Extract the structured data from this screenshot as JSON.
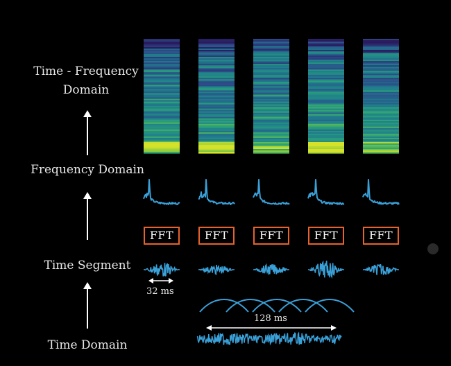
{
  "labels": {
    "tf_domain_line1": "Time - Frequency",
    "tf_domain_line2": "Domain",
    "frequency_domain": "Frequency Domain",
    "time_segment": "Time Segment",
    "time_domain": "Time Domain"
  },
  "fft_label": "FFT",
  "segment_duration": "32 ms",
  "window_duration": "128 ms",
  "segment_count": 5,
  "colors": {
    "background": "#000000",
    "waveform": "#3aa0d8",
    "fft_border": "#e8622c",
    "text": "#e8e8e8",
    "spectrogram_palette": [
      "#2a1a5e",
      "#2c4f8a",
      "#1f7e8c",
      "#2aa07a",
      "#6cc24a",
      "#d6e22a"
    ]
  }
}
